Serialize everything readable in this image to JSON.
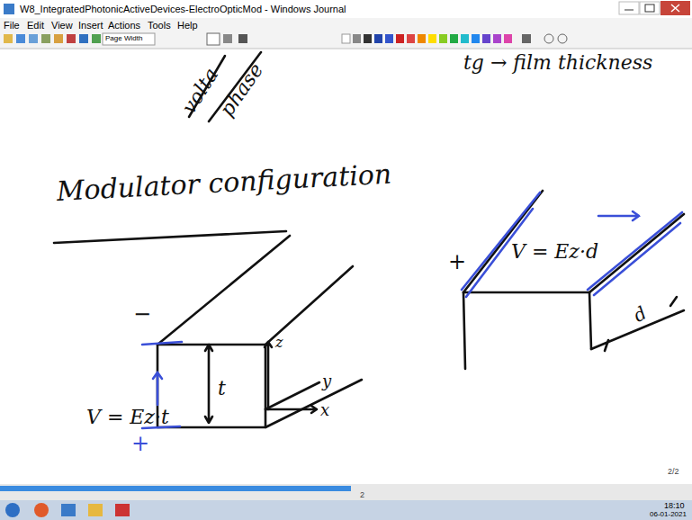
{
  "diagram": {
    "title": "Modulator configuration",
    "labels": [
      "W8_IntegratedPhotonicActiveDevices-ElectroOpticMod - Windows Journal",
      "File",
      "Edit",
      "View",
      "Insert",
      "Actions",
      "Tools",
      "Help",
      "Page Width",
      "volta",
      "phase",
      "tg → film thickness",
      "−",
      "+",
      "V = Ez·t",
      "t",
      "z",
      "y",
      "x",
      "+",
      "V = Ez·d",
      "d",
      "2",
      "2/2",
      "18:10",
      "06-01-2021"
    ]
  }
}
